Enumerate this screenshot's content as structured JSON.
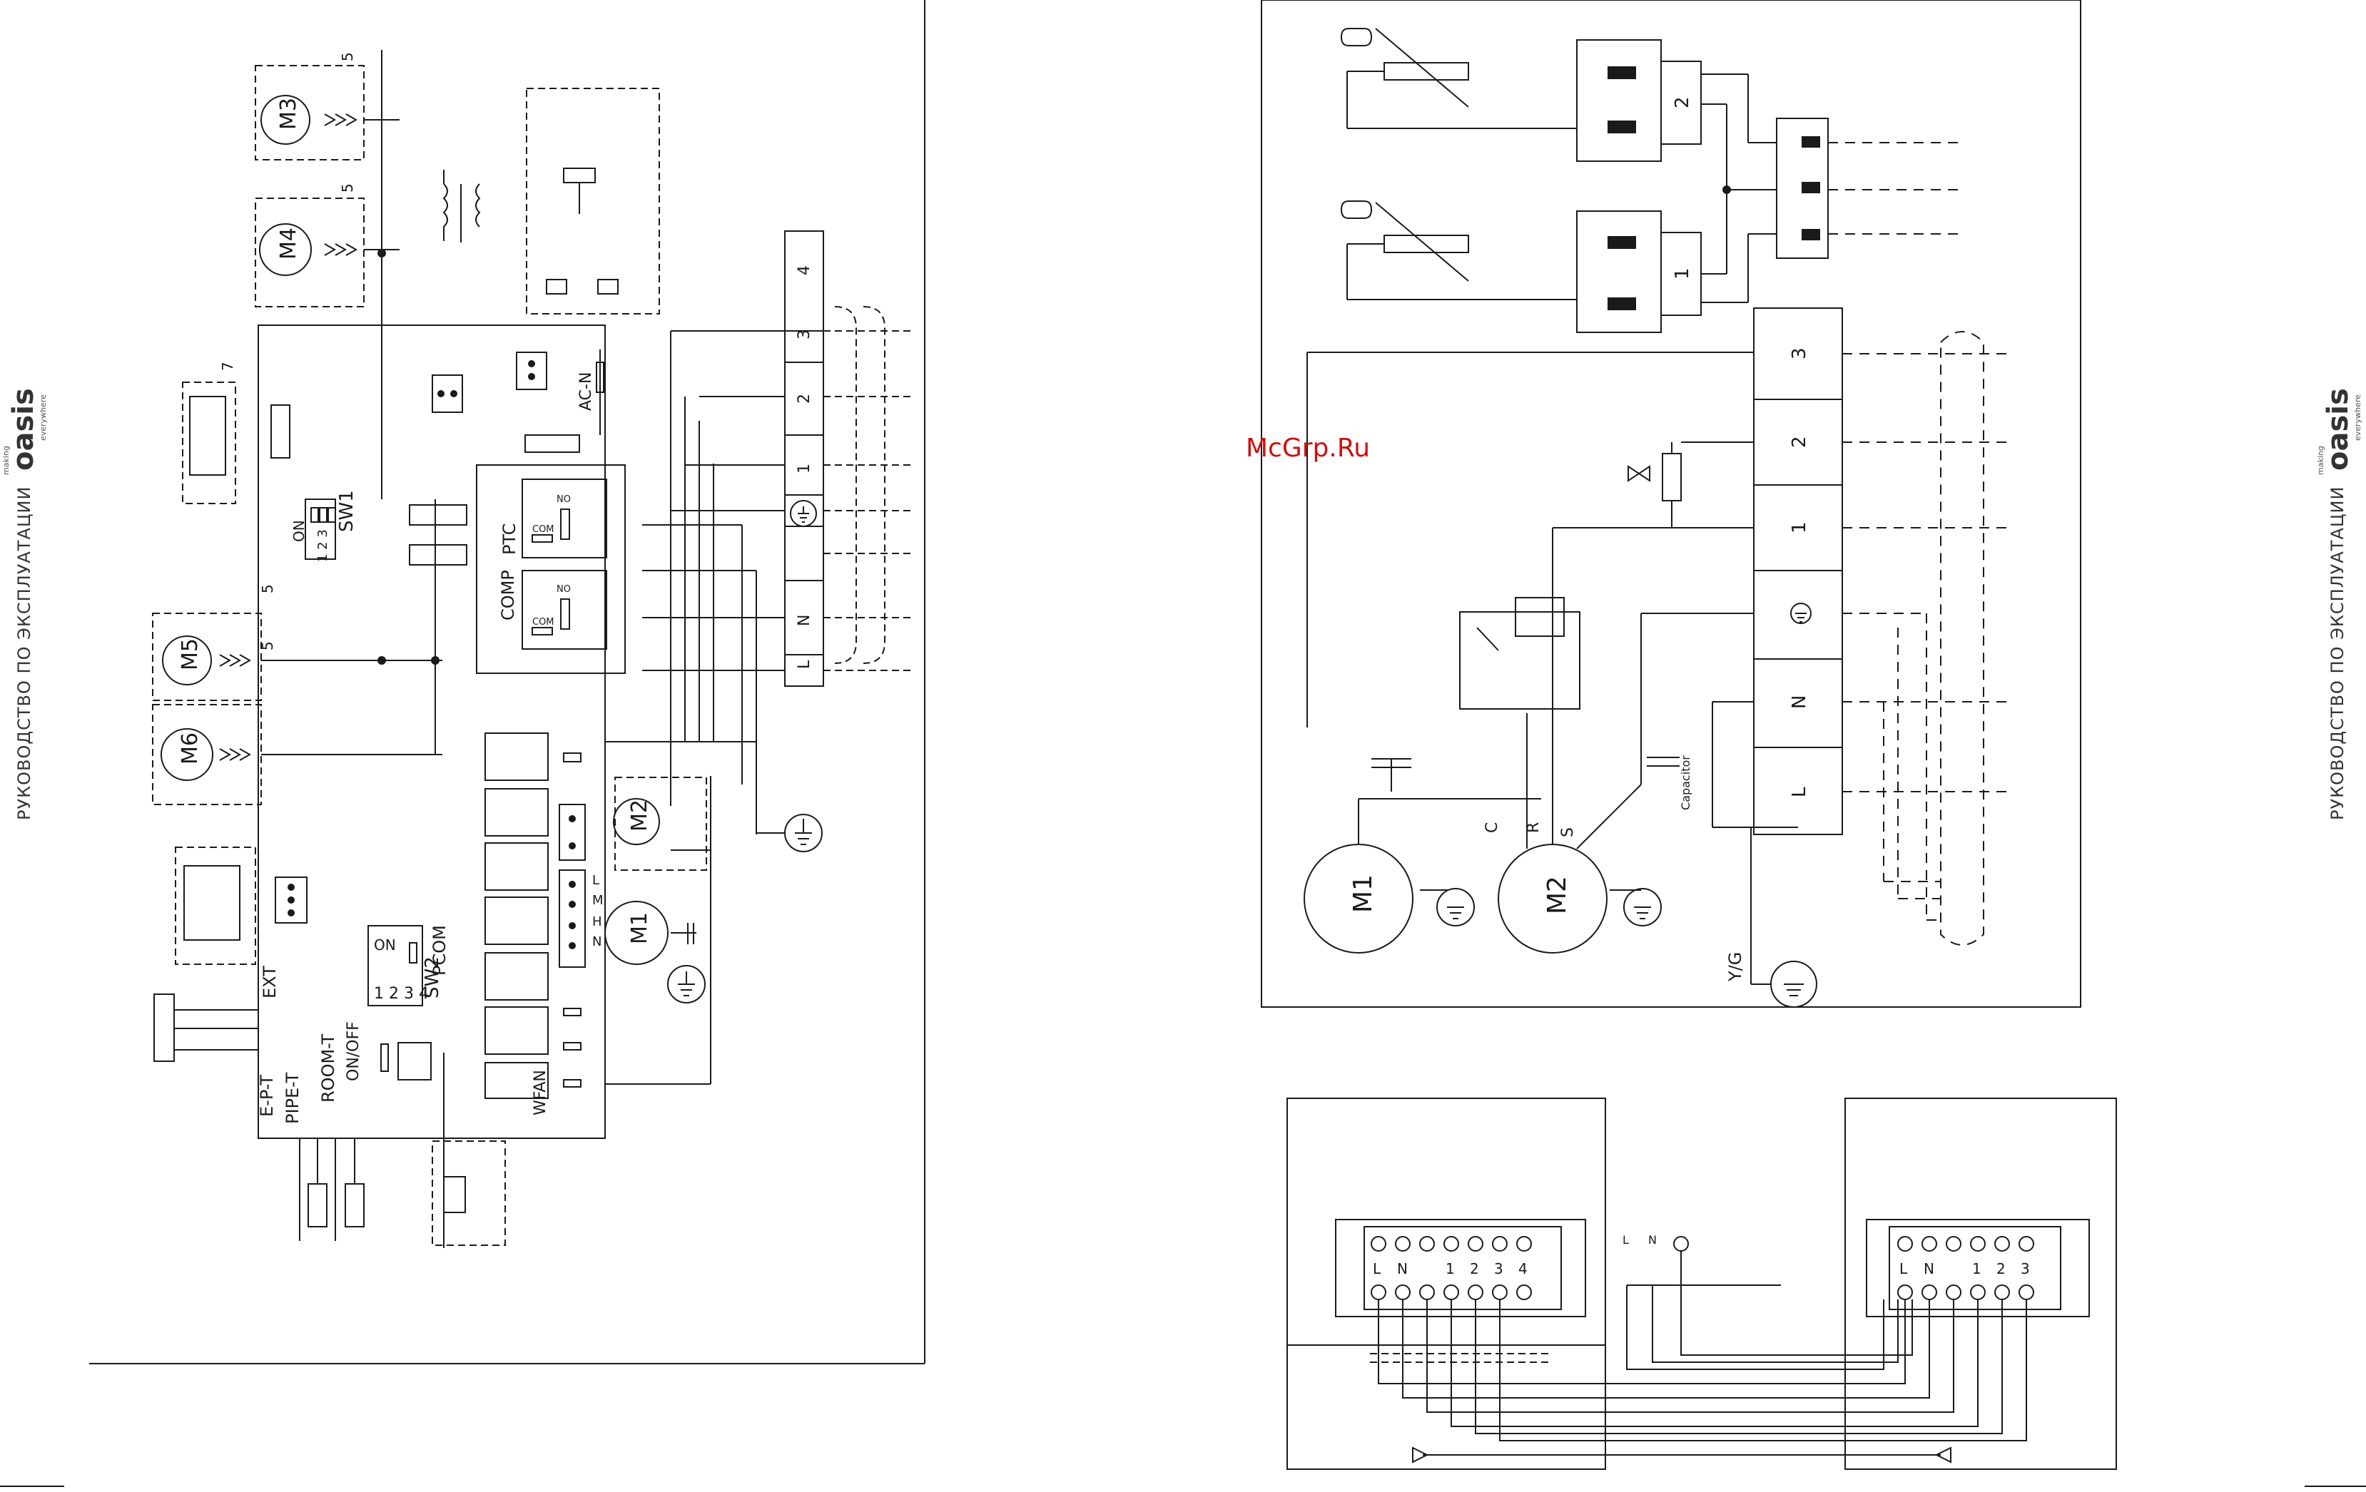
{
  "manual_title": "РУКОВОДСТВО ПО ЭКСПЛУАТАЦИИ",
  "brand": {
    "tag_top": "making",
    "name": "oasis",
    "tag_bottom": "everywhere"
  },
  "watermark": "McGrp.Ru",
  "left_diagram": {
    "motors": [
      "M3",
      "M4",
      "M5",
      "M6",
      "M2",
      "M1"
    ],
    "wire_count_label": "5",
    "connector_7": "7",
    "terminals": [
      "L",
      "N",
      "1",
      "2",
      "3",
      "4"
    ],
    "sw1": {
      "label": "SW1",
      "on": "ON",
      "positions": "1 2 3"
    },
    "sw2": {
      "label": "SW2",
      "on": "ON",
      "positions": "1 2 3 4"
    },
    "relays": {
      "ptc": "PTC",
      "comp": "COMP",
      "com": "COM",
      "no": "NO"
    },
    "labels": {
      "ac_n": "AC-N",
      "pcom": "PCOM",
      "ext": "EXT",
      "ep_t": "E-P-T",
      "pipe_t": "PIPE-T",
      "room_t": "ROOM-T",
      "on_off": "ON/OFF",
      "wfan": "WFAN",
      "motor_speeds": [
        "L",
        "M",
        "H",
        "N"
      ]
    }
  },
  "right_diagram": {
    "terminals": [
      "L",
      "N",
      "1",
      "2",
      "3"
    ],
    "sensor_blocks": [
      "2",
      "1"
    ],
    "motors": [
      "M1",
      "M2"
    ],
    "motor_terminals": [
      "C",
      "R",
      "S"
    ],
    "capacitor": "Capacitor",
    "ground_label": "Y/G"
  },
  "interconnect": {
    "left_strip": [
      "L",
      "N",
      "1",
      "2",
      "3",
      "4"
    ],
    "right_strip": [
      "L",
      "N",
      "1",
      "2",
      "3"
    ],
    "power_labels": [
      "L",
      "N"
    ]
  }
}
